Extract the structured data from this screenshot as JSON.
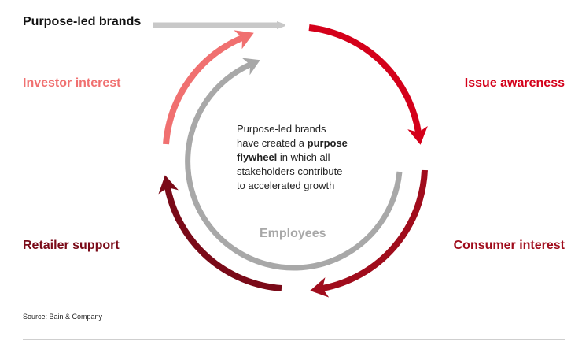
{
  "title": "Purpose-led brands",
  "stages": {
    "investor": "Investor interest",
    "issue": "Issue awareness",
    "retailer": "Retailer support",
    "consumer": "Consumer interest",
    "employees": "Employees"
  },
  "center": {
    "line1": "Purpose-led brands",
    "line2_pre": "have created a ",
    "line2_bold": "purpose",
    "line3_bold": "flywheel",
    "line3_post": " in which all",
    "line4": "stakeholders contribute",
    "line5": "to accelerated growth"
  },
  "source": "Source: Bain & Company",
  "colors": {
    "title_arrow": "#c8c8c8",
    "investor": "#f07070",
    "issue": "#d4001a",
    "retailer": "#7a0a18",
    "consumer": "#a00c1c",
    "employees": "#a8a8a8"
  }
}
